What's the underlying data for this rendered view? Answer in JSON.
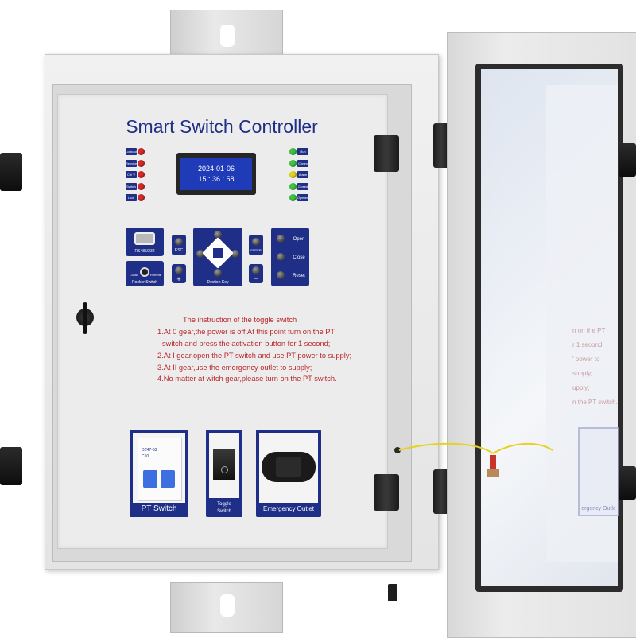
{
  "title": "Smart Switch Controller",
  "lcd": {
    "date": "2024-01-06",
    "time": "15 : 36 : 58"
  },
  "left_indicators": [
    {
      "label": "Lockout",
      "color": "#d62a2a"
    },
    {
      "label": "Recvice",
      "color": "#d62a2a"
    },
    {
      "label": "Ctrl V",
      "color": "#d62a2a"
    },
    {
      "label": "Switch",
      "color": "#d62a2a"
    },
    {
      "label": "Lock",
      "color": "#d62a2a"
    }
  ],
  "right_indicators": [
    {
      "label": "Run",
      "color": "#3fc43f"
    },
    {
      "label": "Comm",
      "color": "#3fc43f"
    },
    {
      "label": "Alarm",
      "color": "#e6d21e"
    },
    {
      "label": "Closed",
      "color": "#3fc43f"
    },
    {
      "label": "Opened",
      "color": "#3fc43f"
    }
  ],
  "keypad": {
    "port_label": "RS485/232",
    "rocker_label": "Rocker Switch",
    "rocker_local": "Local",
    "rocker_remote": "Remote",
    "esc": "ESC",
    "plus": "+",
    "direction_label": "Dection Key",
    "enter": "ENTER",
    "minus": "−",
    "open": "Open",
    "close": "Close",
    "reset": "Reset"
  },
  "instructions": {
    "heading": "The instruction of the toggle switch",
    "lines": [
      "1.At 0 gear,the power is off;At this point turn on the PT",
      "switch and press the activation button for 1 second;",
      "2.At I gear,open the PT switch and use PT power to supply;",
      "3.At II gear,use the emergency outlet to supply;",
      "4.No matter at witch gear,please turn on the PT switch."
    ]
  },
  "modules": {
    "pt_switch": {
      "label": "PT Switch",
      "model": "DZ47-63",
      "rating": "C10"
    },
    "toggle_switch": {
      "label_line1": "Toggle",
      "label_line2": "Switch"
    },
    "emergency_outlet": {
      "label": "Emergency Outlet"
    }
  },
  "door_reflection": {
    "lines": [
      "n on the PT",
      "r 1 second;",
      "' power to supply;",
      "upply;",
      "n the PT switch."
    ],
    "outlet_label": "ergency Outle"
  },
  "colors": {
    "brand_blue": "#1f2e86",
    "instruction_red": "#b8262a",
    "lcd_blue": "#1f3bb8"
  }
}
